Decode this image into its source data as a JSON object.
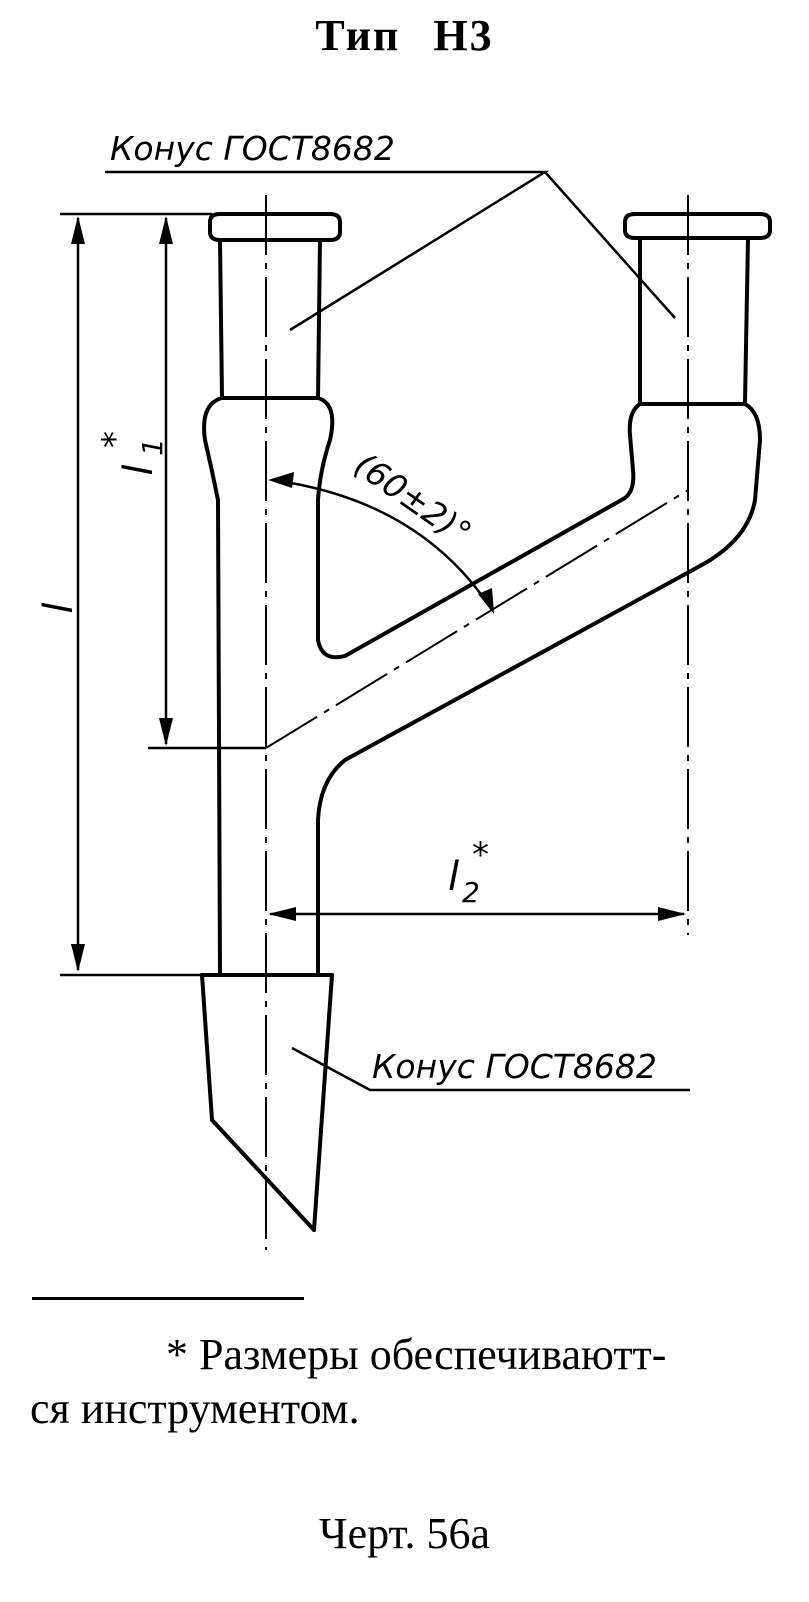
{
  "title": "Тип Н3",
  "callouts": {
    "top": "Конус ГОСТ8682",
    "bottom": "Конус ГОСТ8682"
  },
  "dimensions": {
    "l": "l",
    "l1": "l",
    "l1_subscript": "1",
    "l1_star": "*",
    "l2": "l",
    "l2_subscript": "2",
    "l2_star": "*",
    "angle": "(60±2)°"
  },
  "footnote": {
    "line1": "* Размеры обеспечиваютт-",
    "line2": "ся инструментом."
  },
  "caption": "Черт. 56а"
}
